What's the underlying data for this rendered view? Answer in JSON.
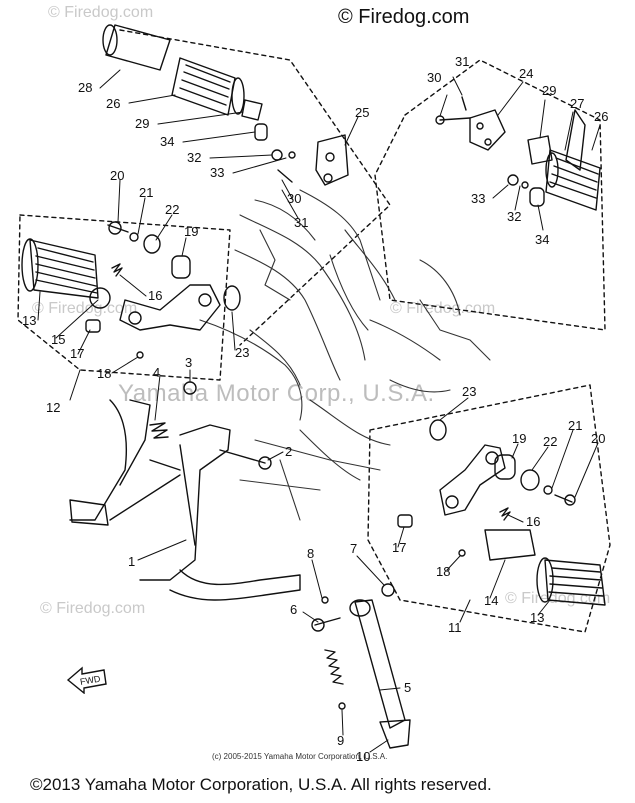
{
  "watermarks": {
    "firedog_faded": "© Firedog.com",
    "firedog_brand": "© Firedog.com",
    "corporation": "Yamaha Motor Corp., U.S.A."
  },
  "small_copyright": "(c) 2005-2015 Yamaha Motor Corporation, U.S.A.",
  "footer_copyright": "©2013 Yamaha Motor Corporation, U.S.A. All rights reserved.",
  "fwd_label": "FWD",
  "part_numbers": {
    "p28": "28",
    "p26_left": "26",
    "p29_left": "29",
    "p34_left": "34",
    "p32_left": "32",
    "p33_left": "33",
    "p25": "25",
    "p30_left": "30",
    "p31_left": "31",
    "p30_right": "30",
    "p31_right": "31",
    "p24": "24",
    "p29_right": "29",
    "p27": "27",
    "p26_right": "26",
    "p33_right": "33",
    "p32_right": "32",
    "p34_right": "34",
    "p20_left": "20",
    "p21_left": "21",
    "p22_left": "22",
    "p19_left": "19",
    "p16_left": "16",
    "p13_left": "13",
    "p15": "15",
    "p17_left": "17",
    "p18_left": "18",
    "p23_left": "23",
    "p12": "12",
    "p3": "3",
    "p4": "4",
    "p2": "2",
    "p1": "1",
    "p23_right": "23",
    "p19_right": "19",
    "p22_right": "22",
    "p21_right": "21",
    "p20_right": "20",
    "p16_right": "16",
    "p17_right": "17",
    "p18_right": "18",
    "p14": "14",
    "p13_right": "13",
    "p11": "11",
    "p8": "8",
    "p7": "7",
    "p6": "6",
    "p5": "5",
    "p9": "9",
    "p10": "10"
  }
}
